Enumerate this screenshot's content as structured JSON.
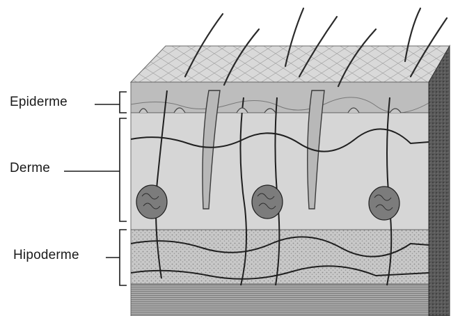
{
  "labels": {
    "epiderme": "Epiderme",
    "derme": "Derme",
    "hipoderme": "Hipoderme"
  },
  "colors": {
    "ink": "#1a1a1a",
    "epidermis": "#bdbdbd",
    "dermis": "#d6d6d6",
    "hypodermis": "#c4c4c4",
    "muscle": "#8f8f8f",
    "side": "#5a5a5a"
  },
  "icons": [
    "hair-shaft",
    "sweat-gland",
    "blood-vessel",
    "hair-follicle"
  ]
}
